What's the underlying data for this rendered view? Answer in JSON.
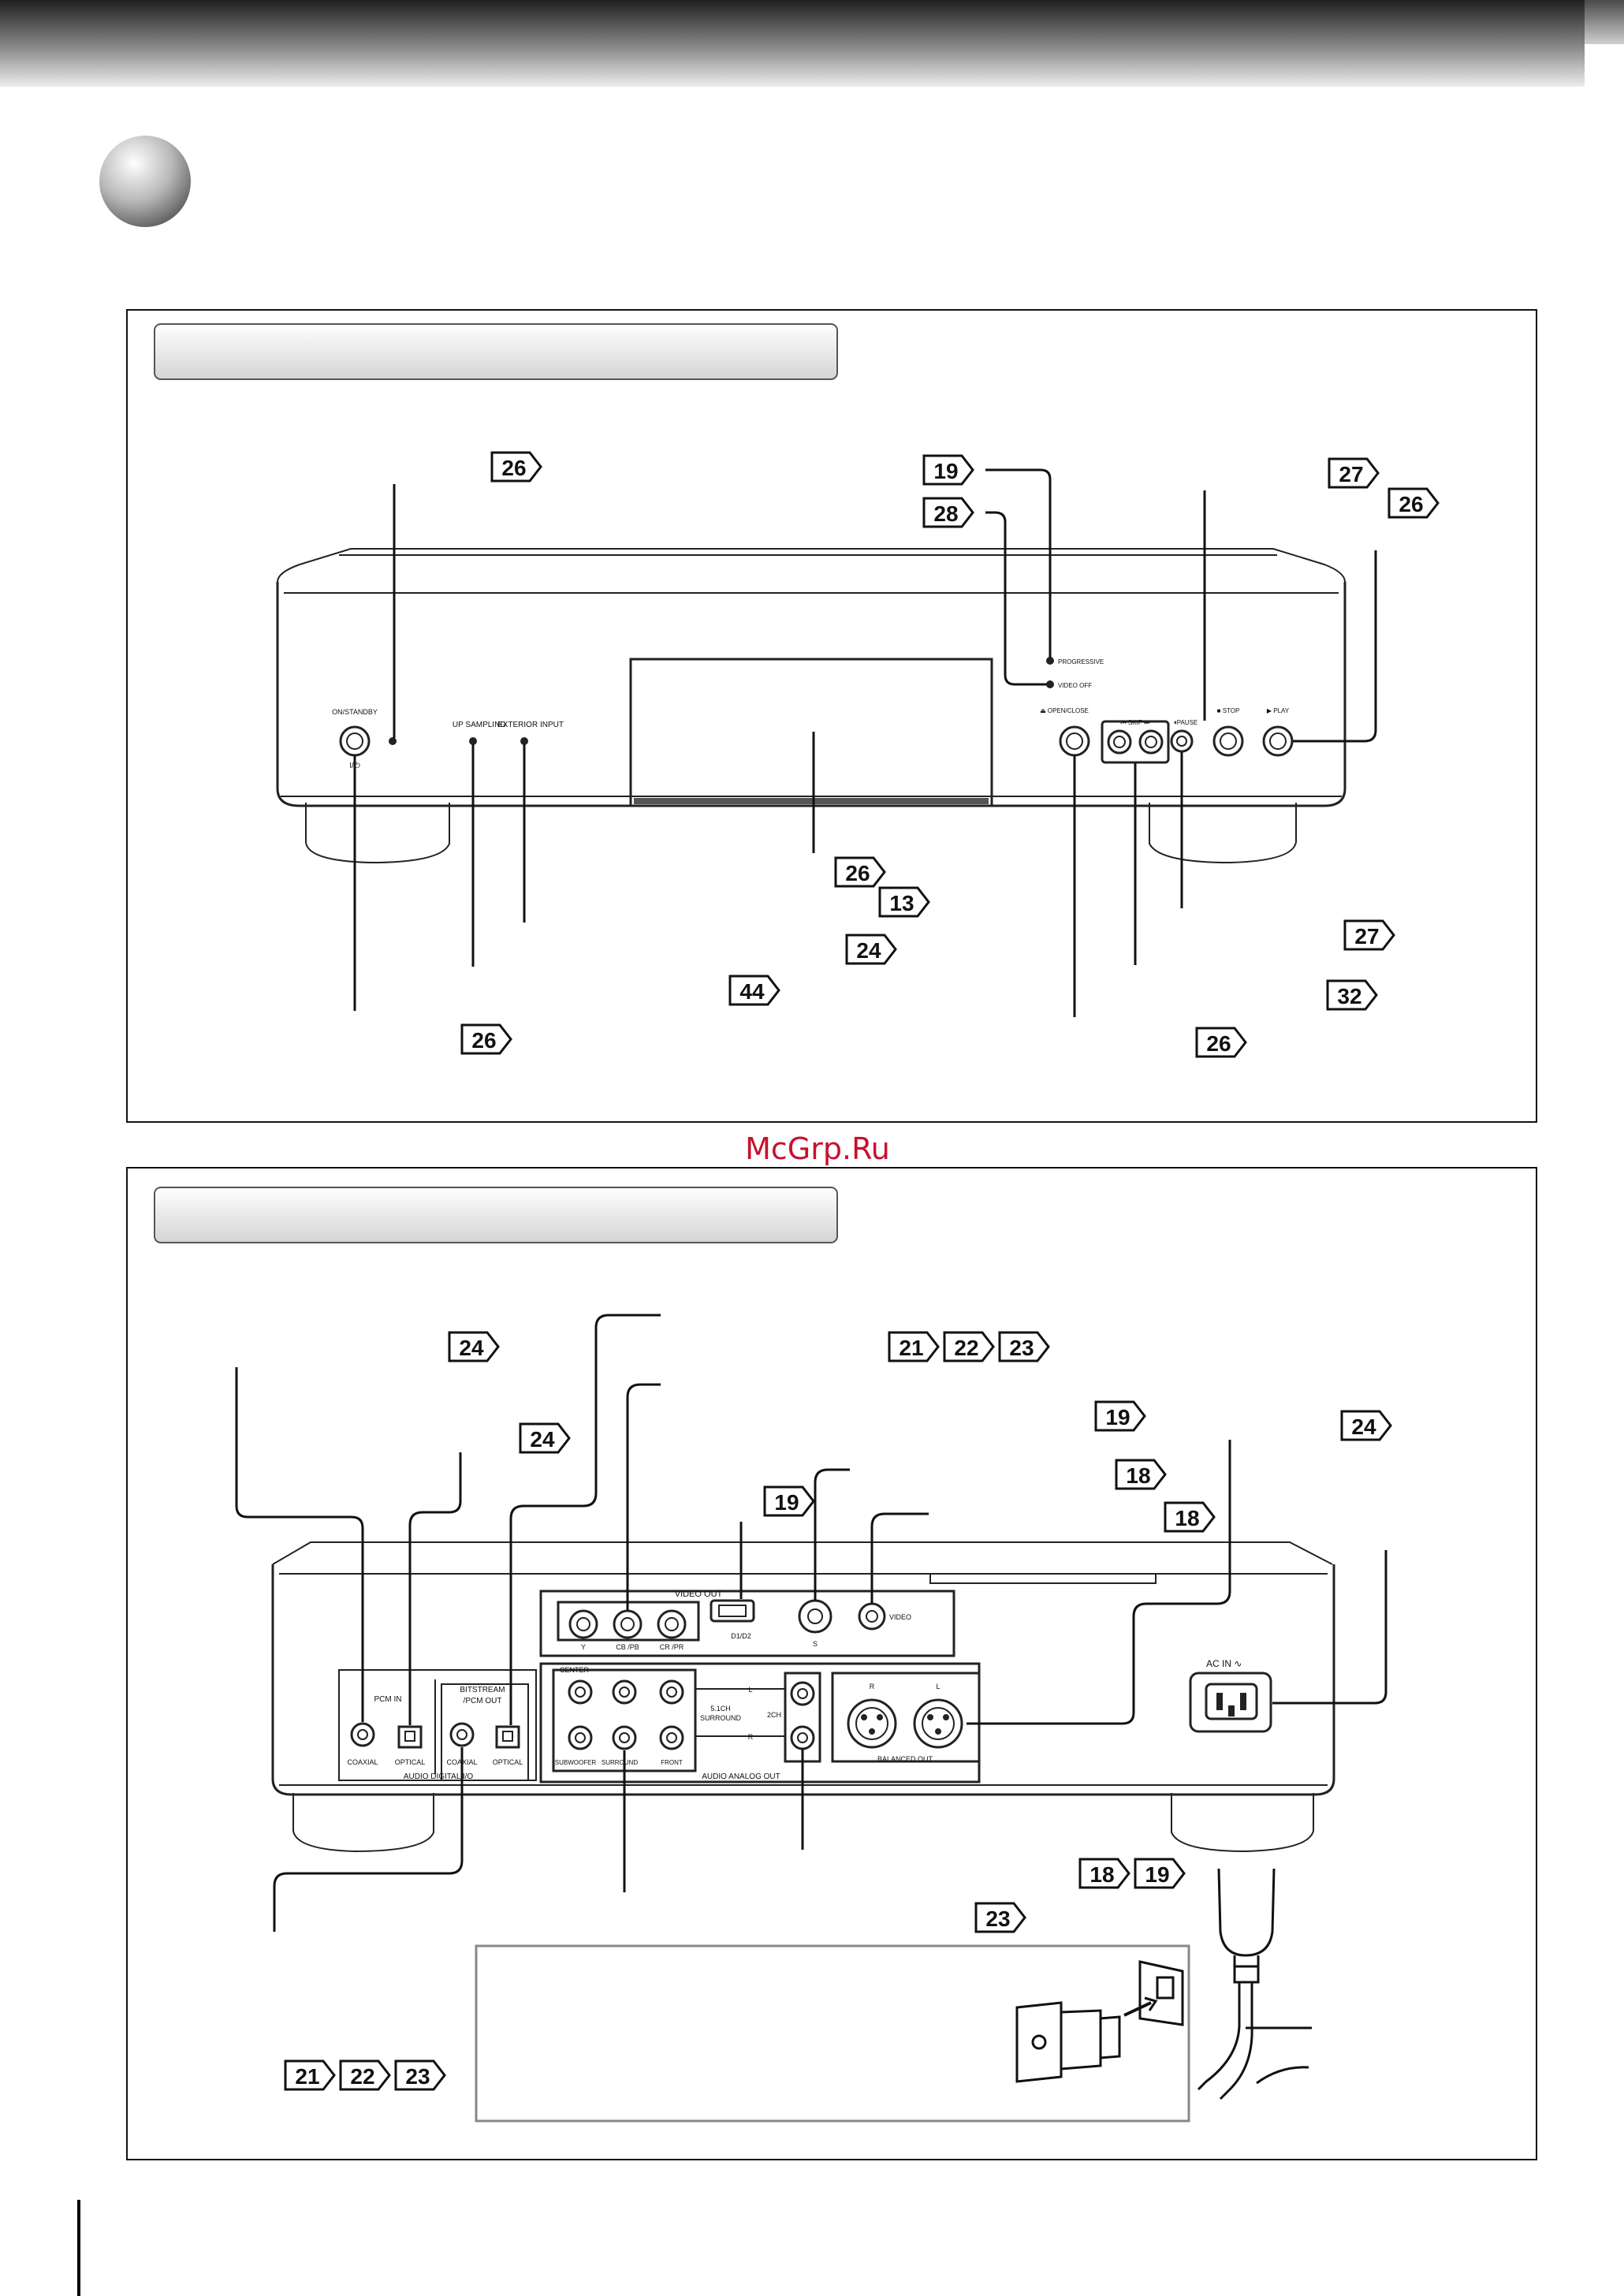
{
  "watermark": "McGrp.Ru",
  "front_panel": {
    "labels": {
      "on_standby": "ON/STANDBY",
      "power_symbol": "I/⏻",
      "up_sampling": "UP SAMPLING",
      "exterior_input": "EXTERIOR INPUT",
      "progressive": "PROGRESSIVE",
      "video_off": "VIDEO OFF",
      "open_close": "⏏ OPEN/CLOSE",
      "skip": "⏮  SKIP  ⏭",
      "pause": "⏸PAUSE",
      "stop": "■ STOP",
      "play": "▶ PLAY"
    },
    "refs": {
      "on_standby_led": "26",
      "progressive_led": "19",
      "video_off_led": "28",
      "stop_a": "27",
      "stop_b": "26",
      "display_a": "26",
      "display_b": "13",
      "display_c": "24",
      "display_d": "44",
      "pause_a": "27",
      "pause_b": "32",
      "open_close": "26",
      "on_standby_button": "26"
    }
  },
  "rear_panel": {
    "labels": {
      "video_out": "VIDEO OUT",
      "y": "Y",
      "cb": "CB /PB",
      "cr": "CR /PR",
      "d1d2": "D1/D2",
      "s": "S",
      "video": "VIDEO",
      "pcm_in": "PCM IN",
      "bitstream": "BITSTREAM",
      "pcm_out": "/PCM OUT",
      "coaxial_in": "COAXIAL",
      "optical_in": "OPTICAL",
      "coaxial_out": "COAXIAL",
      "optical_out": "OPTICAL",
      "audio_digital_io": "AUDIO DIGITAL I/O",
      "center": "CENTER",
      "surround_51": "5.1CH",
      "surround_word": "SURROUND",
      "two_ch": "2CH",
      "l": "L",
      "r": "R",
      "subwoofer": "SUBWOOFER",
      "surround": "SURROUND",
      "front": "FRONT",
      "audio_analog_out": "AUDIO ANALOG OUT",
      "bal_r": "R",
      "bal_l": "L",
      "balanced_out": "BALANCED OUT",
      "ac_in": "AC IN ∿"
    },
    "refs": {
      "coaxial_in": "24",
      "optical_in": "24",
      "component_a": "21",
      "component_b": "22",
      "component_c": "23",
      "d1d2": "19",
      "s_video": "19",
      "video_a": "18",
      "video_b": "18",
      "balanced": "24",
      "power_cord_a": "18",
      "power_cord_b": "19",
      "analog_2ch": "23",
      "digital_out_a": "21",
      "digital_out_b": "22",
      "digital_out_c": "23"
    }
  }
}
